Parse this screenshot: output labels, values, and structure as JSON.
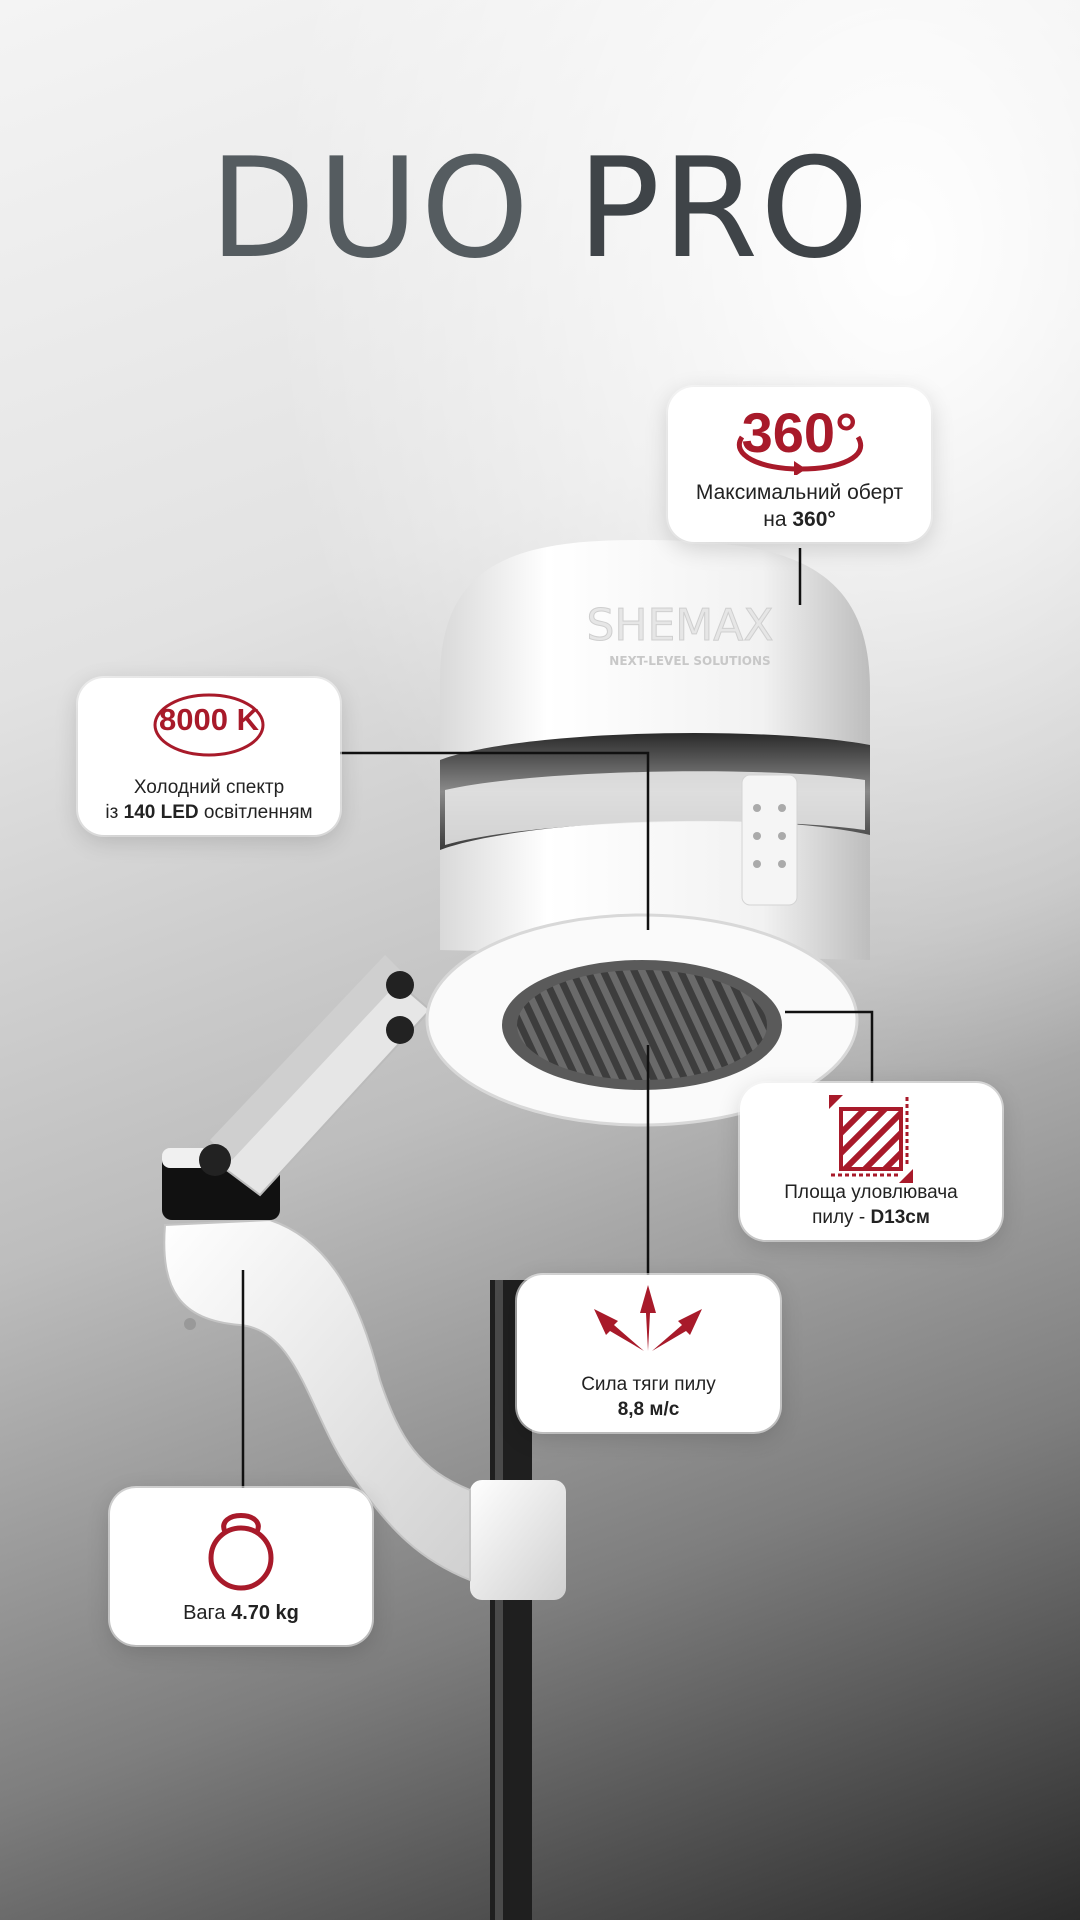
{
  "title": {
    "part1": "DUO",
    "part2": "PRO"
  },
  "brand": {
    "logo_text": "SHEMAX",
    "logo_subtext": "NEXT-LEVEL SOLUTIONS"
  },
  "features": {
    "rotation": {
      "badge": "360°",
      "line1": "Максимальний оберт",
      "line2_prefix": "на ",
      "line2_bold": "360°",
      "icon": "rotation-arrow-icon"
    },
    "light": {
      "badge": "8000 K",
      "line1": "Холодний спектр",
      "line2_prefix": "із ",
      "line2_bold": "140 LED",
      "line2_suffix": " освітленням",
      "icon": "light-ring-icon"
    },
    "area": {
      "line1": "Площа уловлювача",
      "line2_prefix": "пилу - ",
      "line2_bold": "D13см",
      "icon": "area-square-icon"
    },
    "suction": {
      "line1": "Сила тяги пилу",
      "line2_bold": "8,8 м/с",
      "icon": "suction-arrows-icon"
    },
    "weight": {
      "line1_prefix": "Вага ",
      "line1_bold": "4.70 kg",
      "icon": "kettlebell-icon"
    }
  },
  "colors": {
    "accent": "#a81a2a",
    "title": "#555c60",
    "card": "#ffffff"
  }
}
